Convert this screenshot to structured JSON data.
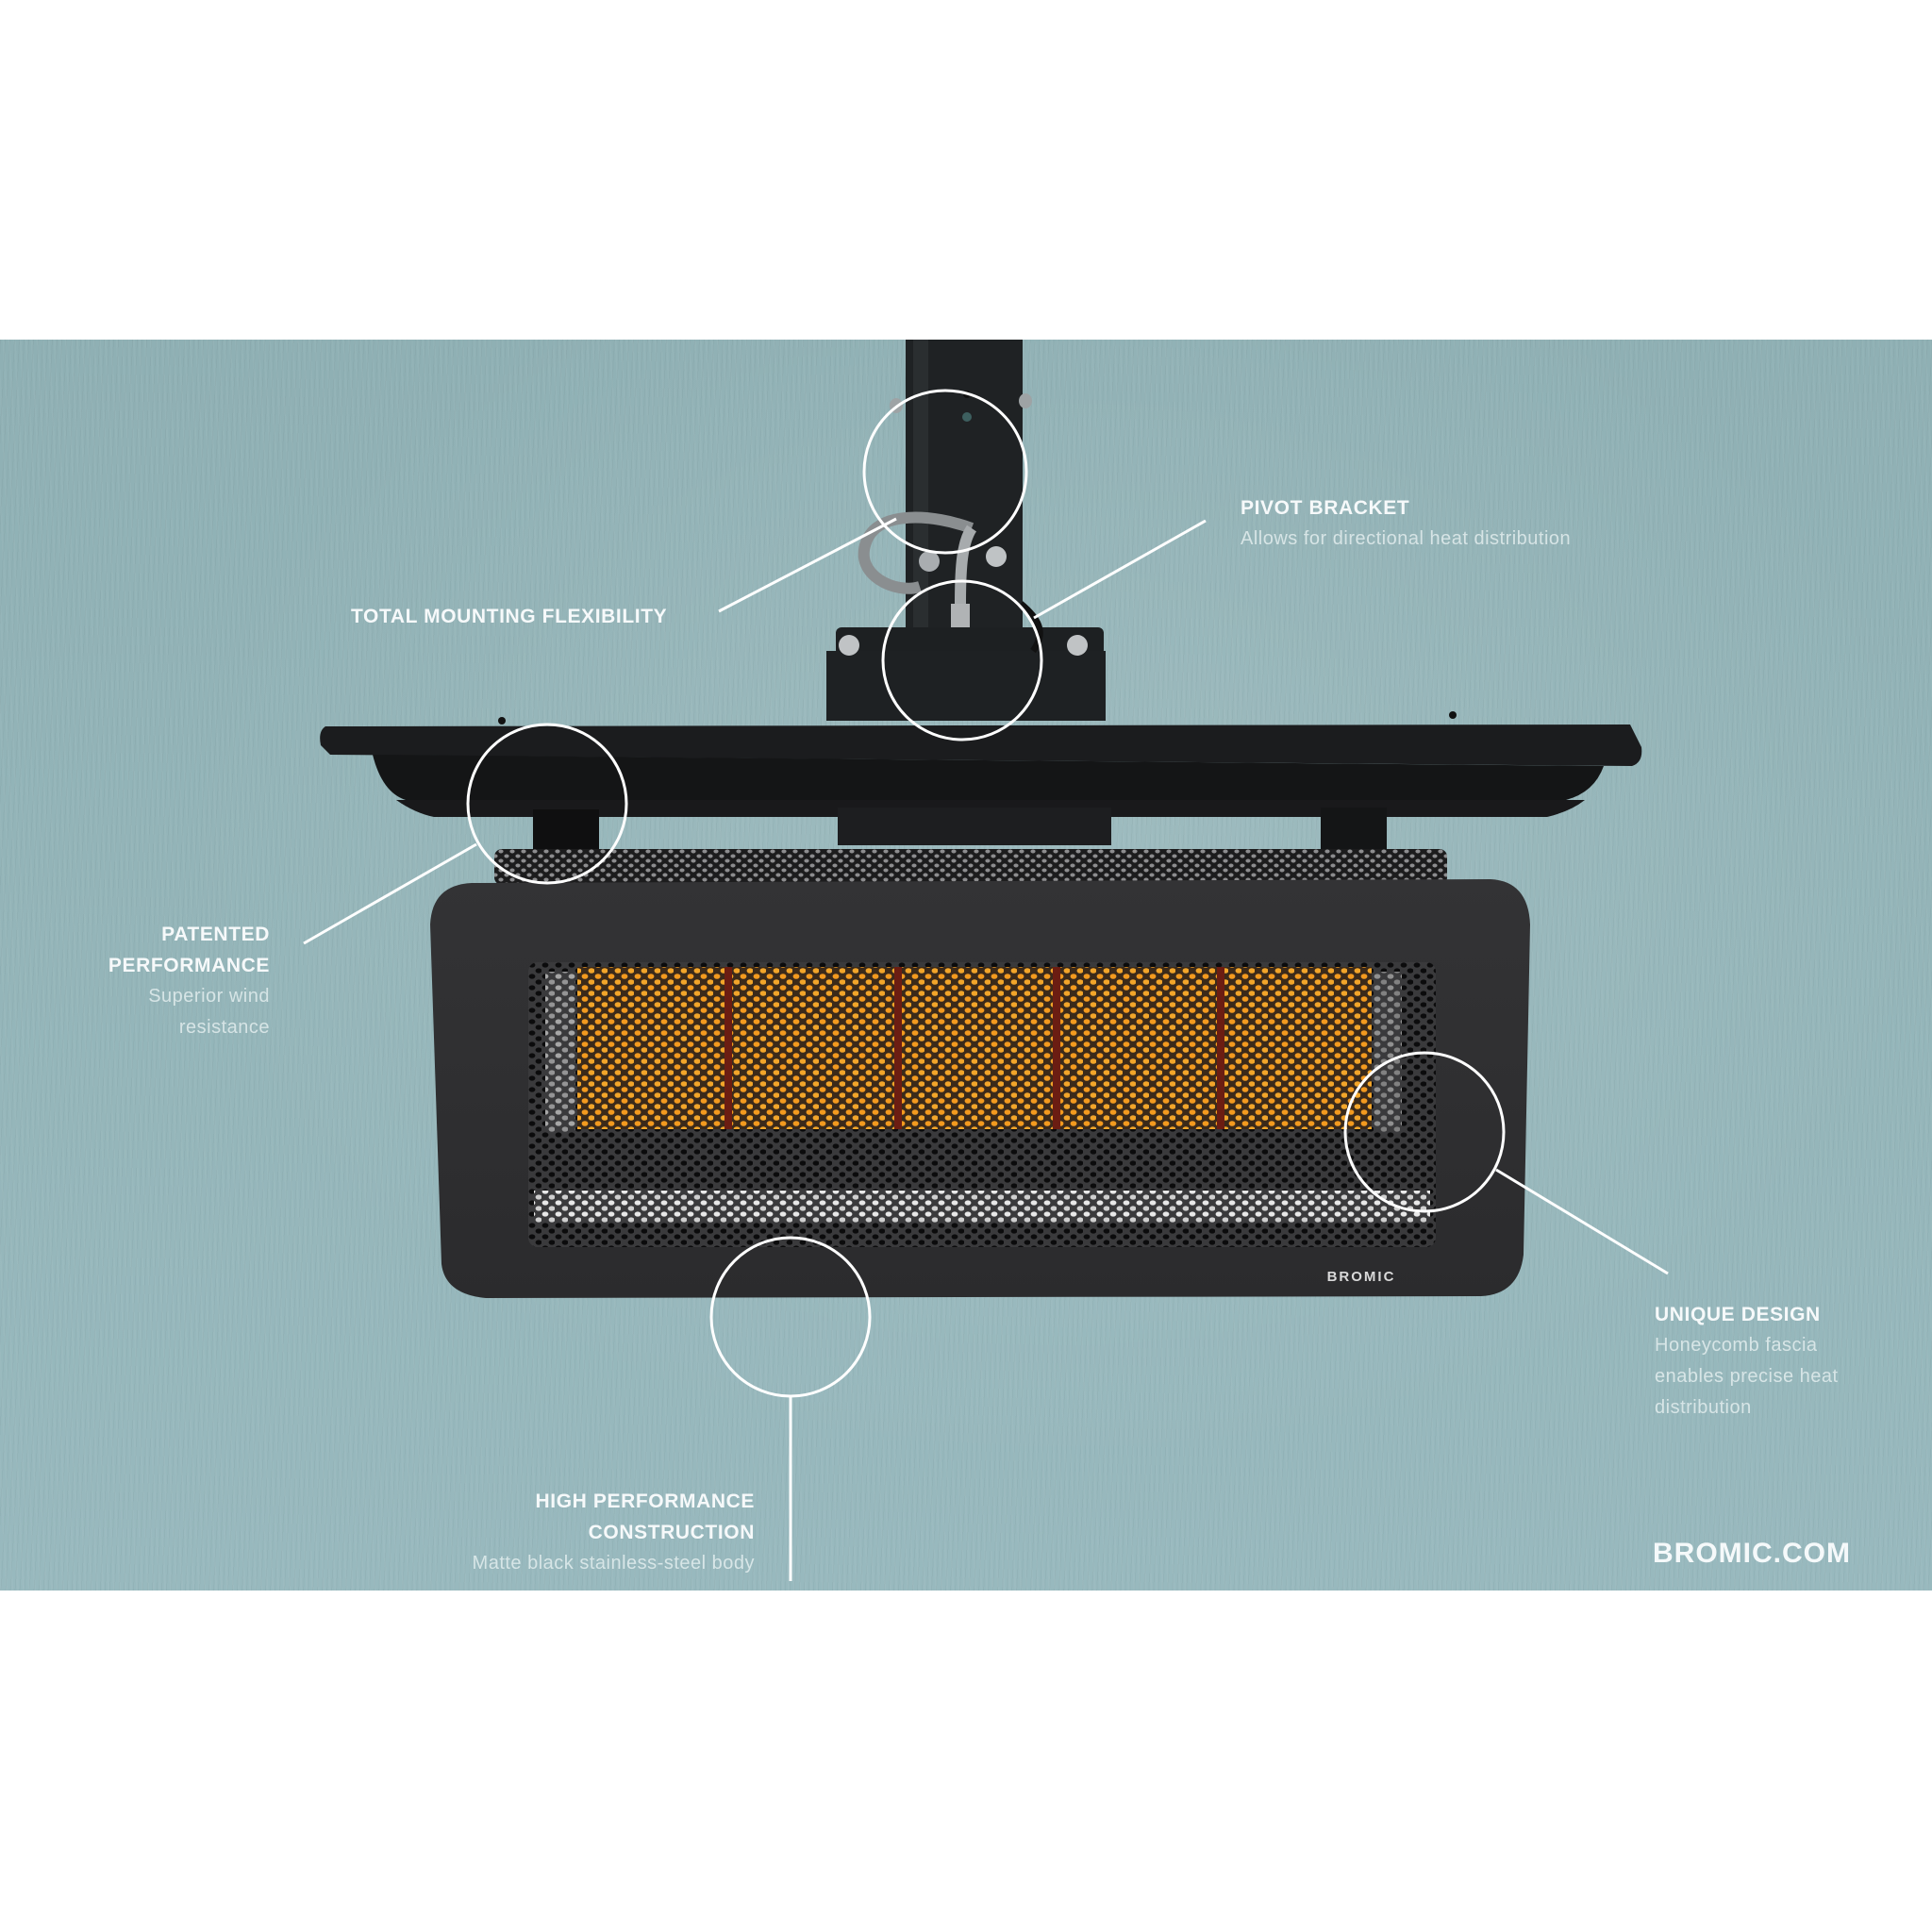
{
  "page": {
    "background_color": "#ffffff",
    "panel_color": "#93b4b8"
  },
  "product": {
    "brand_logo": "BROMIC",
    "type": "wall-mounted radiant gas heater",
    "body_color": "#2f2f31",
    "glow_color": "#f59b1c"
  },
  "callouts": [
    {
      "id": "total-mounting-flexibility",
      "title": "TOTAL MOUNTING FLEXIBILITY",
      "description": ""
    },
    {
      "id": "pivot-bracket",
      "title": "PIVOT BRACKET",
      "description": "Allows for directional heat distribution"
    },
    {
      "id": "patented-performance",
      "title_lines": [
        "PATENTED",
        "PERFORMANCE"
      ],
      "description_lines": [
        "Superior wind",
        "resistance"
      ]
    },
    {
      "id": "unique-design",
      "title": "UNIQUE DESIGN",
      "description_lines": [
        "Honeycomb fascia",
        "enables precise heat",
        "distribution"
      ]
    },
    {
      "id": "high-performance-construction",
      "title_lines": [
        "HIGH PERFORMANCE",
        "CONSTRUCTION"
      ],
      "description": "Matte black stainless-steel body"
    }
  ],
  "footer": {
    "website": "BROMIC.COM"
  }
}
